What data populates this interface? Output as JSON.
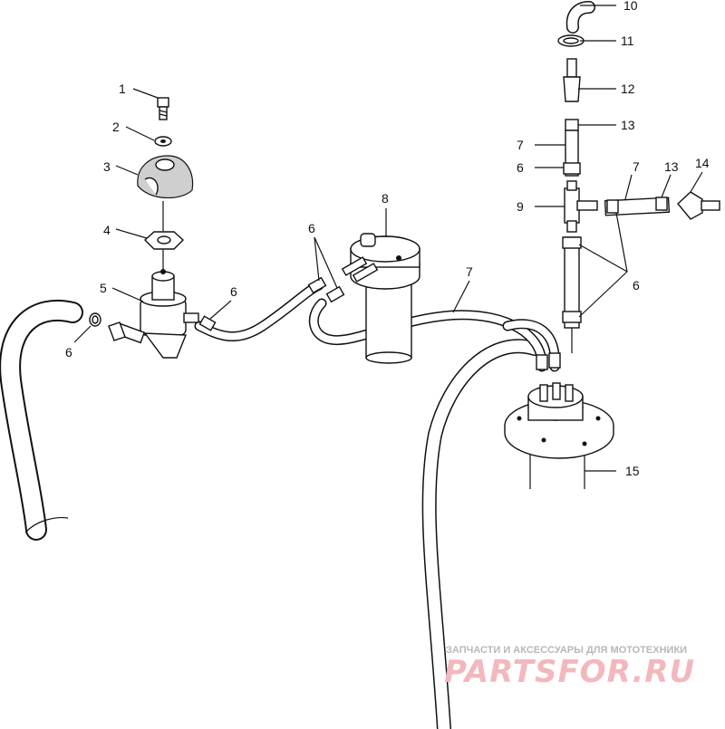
{
  "callouts": {
    "c1": "1",
    "c2": "2",
    "c3": "3",
    "c4": "4",
    "c5": "5",
    "c6_left": "6",
    "c6_mid": "6",
    "c6_top": "6",
    "c6_right": "6",
    "c6_upper": "6",
    "c7_mid": "7",
    "c7_upper": "7",
    "c7_right": "7",
    "c8": "8",
    "c9": "9",
    "c10": "10",
    "c11": "11",
    "c12": "12",
    "c13_upper": "13",
    "c13_right": "13",
    "c14": "14",
    "c15": "15"
  },
  "watermark": {
    "tagline": "ЗАПЧАСТИ И АКСЕССУАРЫ ДЛЯ МОТОТЕХНИКИ",
    "brand": "PARTSFOR.RU"
  },
  "colors": {
    "line": "#111111",
    "watermark_brand": "#f2b8bd",
    "watermark_tagline": "#b8b8b8"
  }
}
